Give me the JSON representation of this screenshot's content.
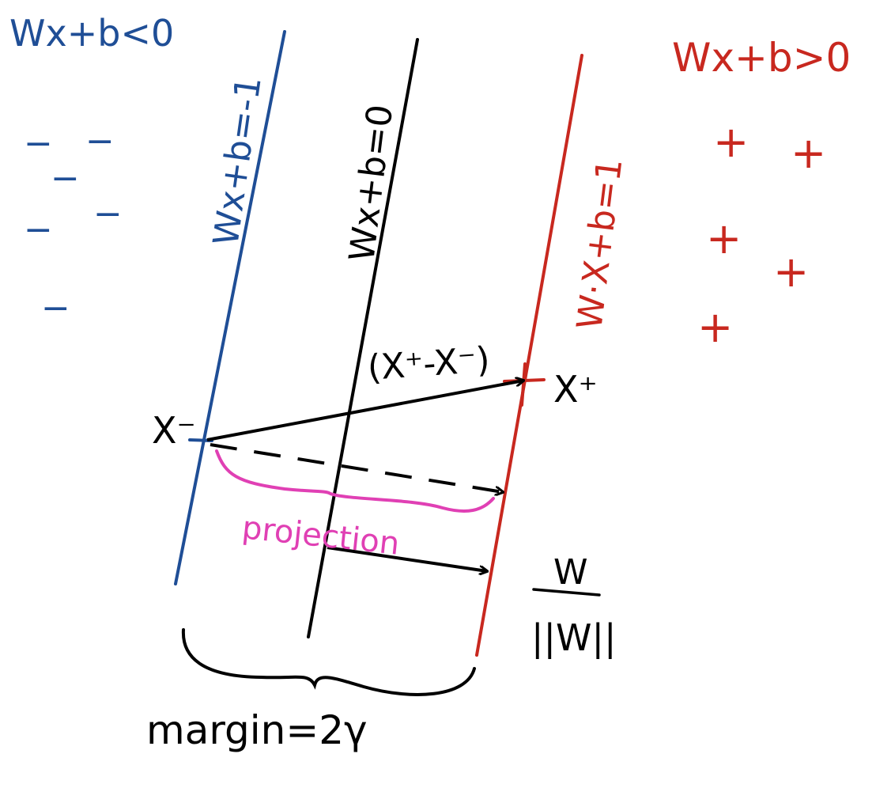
{
  "colors": {
    "negative": "#1f4e96",
    "positive": "#c8281f",
    "boundary": "#000000",
    "projection": "#e040b4"
  },
  "labels": {
    "neg_region": "Wx+b<0",
    "pos_region": "Wx+b>0",
    "neg_hyperplane": "Wx+b=-1",
    "boundary": "Wx+b=0",
    "pos_hyperplane": "W·X+b=1",
    "x_minus": "X⁻",
    "x_plus": "X⁺",
    "difference": "(X⁺-X⁻)",
    "projection": "projection",
    "unit_normal_num": "W",
    "unit_normal_den": "||W||",
    "margin": "margin=2γ"
  },
  "neg_points": [
    "−",
    "−",
    "−",
    "−",
    "−",
    "−"
  ],
  "pos_points": [
    "+",
    "+",
    "+",
    "+",
    "+"
  ]
}
